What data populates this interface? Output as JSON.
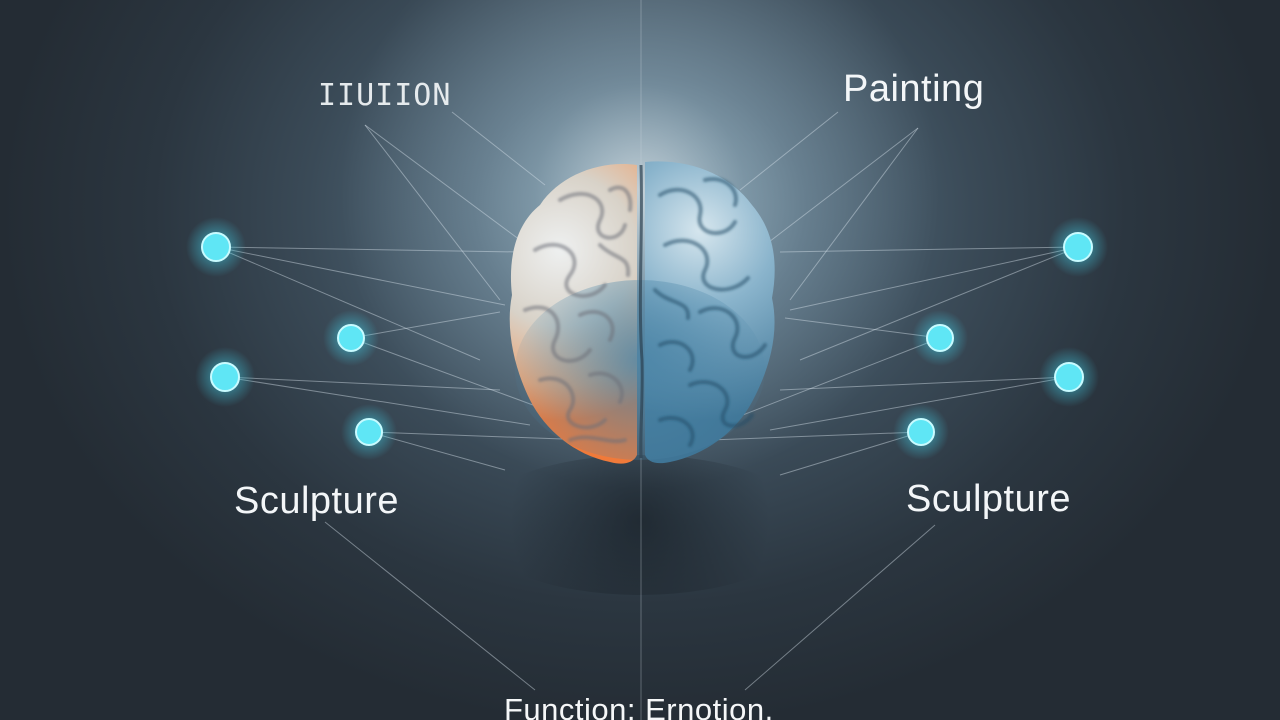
{
  "diagram": {
    "center_node": "brain",
    "labels": {
      "top_left": "ΙΙUΙΙΟΝ",
      "top_right": "Painting",
      "bottom_left": "Sculpture",
      "bottom_right": "Sculpture",
      "bottom_center": "Function: Ernotion."
    },
    "node_color": "#5fe6f5",
    "accent_warm": "#f08a4b",
    "accent_cool": "#6aa0c0"
  }
}
